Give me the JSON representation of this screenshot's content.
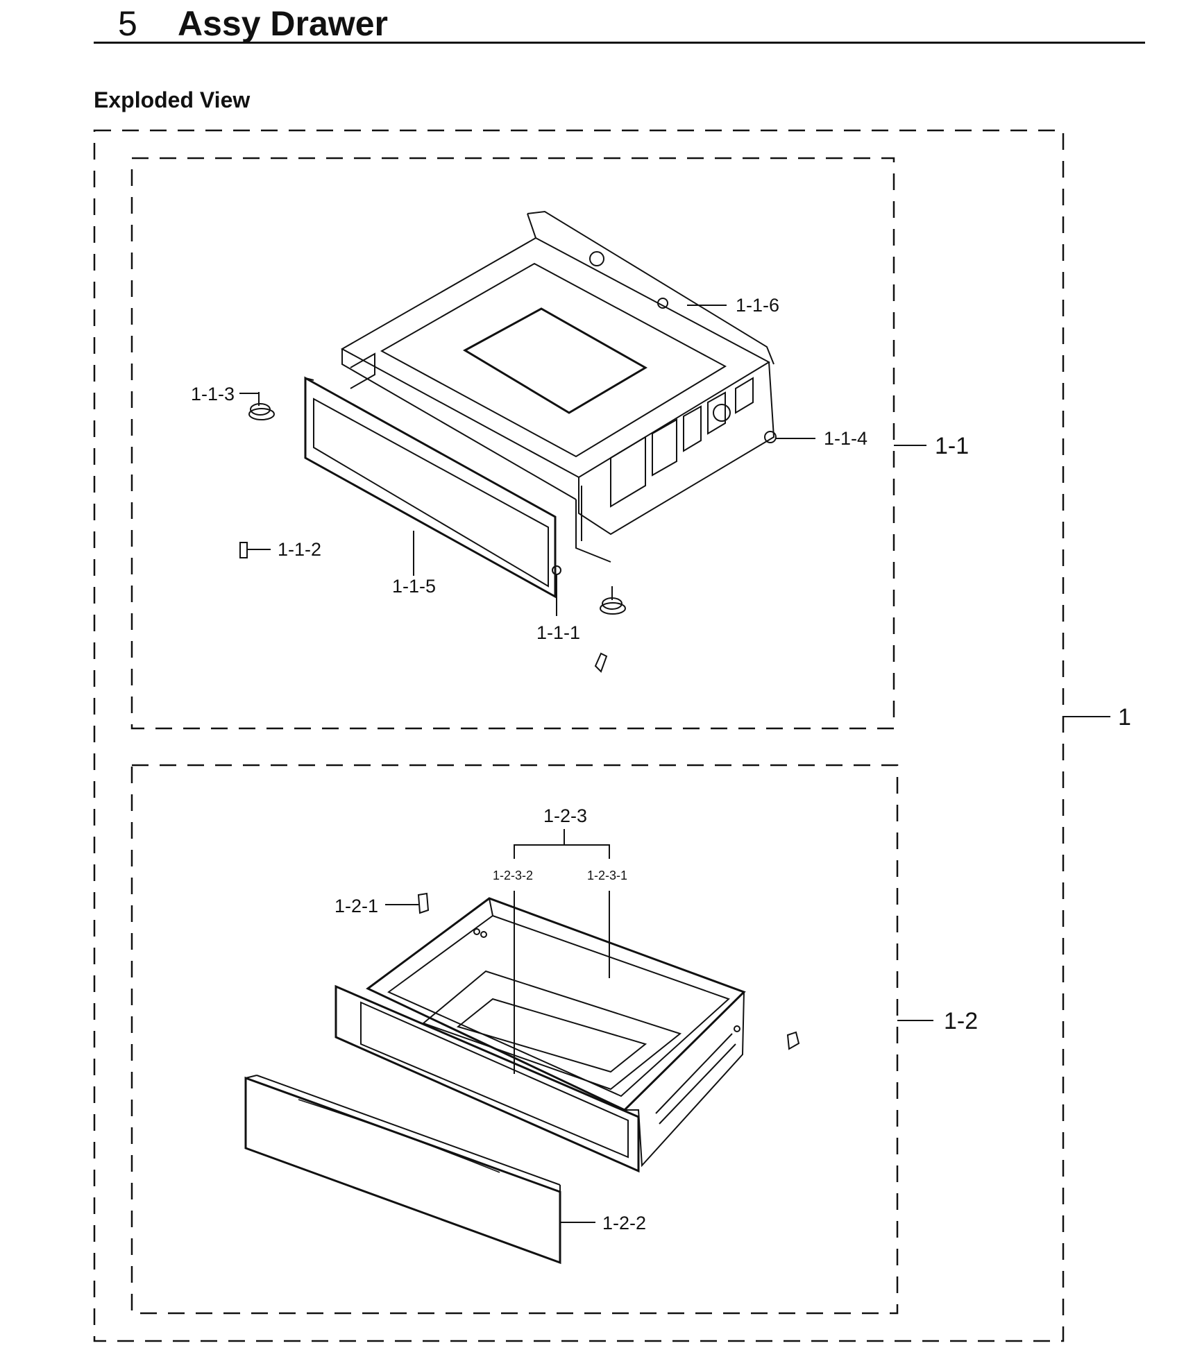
{
  "header": {
    "section_number": "5",
    "title": "Assy Drawer"
  },
  "subtitle": "Exploded View",
  "callouts": {
    "c_1": "1",
    "c_1_1": "1-1",
    "c_1_1_1": "1-1-1",
    "c_1_1_2": "1-1-2",
    "c_1_1_3": "1-1-3",
    "c_1_1_4": "1-1-4",
    "c_1_1_5": "1-1-5",
    "c_1_1_6": "1-1-6",
    "c_1_2": "1-2",
    "c_1_2_1": "1-2-1",
    "c_1_2_2": "1-2-2",
    "c_1_2_3": "1-2-3",
    "c_1_2_3_1": "1-2-3-1",
    "c_1_2_3_2": "1-2-3-2"
  }
}
